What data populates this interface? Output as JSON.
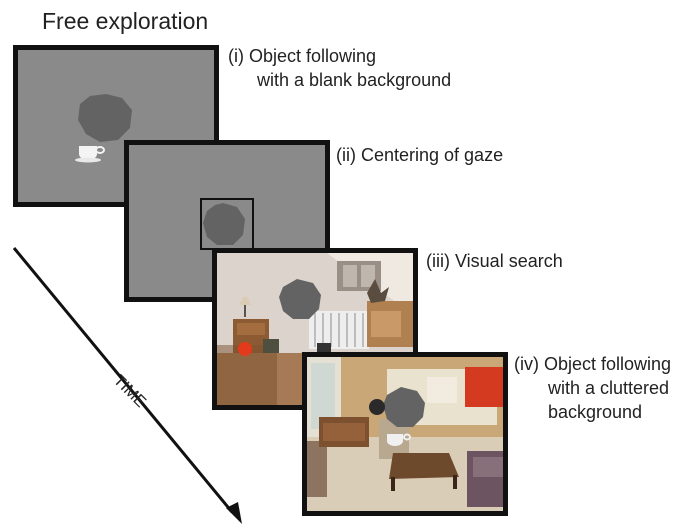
{
  "title": "Free exploration",
  "panels": [
    {
      "label_line1": "(i) Object following",
      "label_line2": "with a blank background"
    },
    {
      "label_line1": "(ii) Centering of gaze"
    },
    {
      "label_line1": "(iii) Visual search"
    },
    {
      "label_line1": "(iv) Object following",
      "label_line2": "with a cluttered",
      "label_line3": "background"
    }
  ],
  "axis_label": "TIME",
  "colors": {
    "frame": "#111111",
    "blank_bg": "#8a8a8a",
    "target": "#636363"
  }
}
